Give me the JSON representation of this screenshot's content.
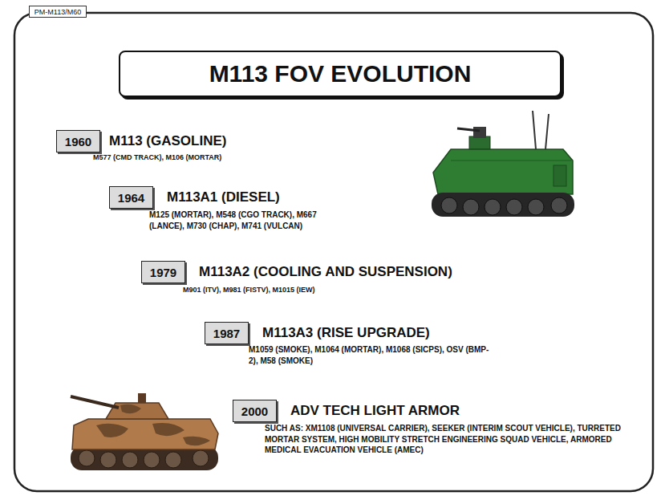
{
  "diagram": {
    "title": "M113 FOV EVOLUTION",
    "nodes": [
      {
        "text": [
          "PM-M113/M60"
        ]
      },
      {
        "text": [
          "1960"
        ]
      },
      {
        "text": [
          "1964"
        ]
      },
      {
        "text": [
          "1979"
        ]
      },
      {
        "text": [
          "1987"
        ]
      },
      {
        "text": [
          "2000"
        ]
      }
    ],
    "labels": [
      "M113 (GASOLINE)",
      "M577 (CMD TRACK), M106 (MORTAR)",
      "M113A1 (DIESEL)",
      "M125 (MORTAR), M548 (CGO TRACK), M667 (LANCE), M730 (CHAP), M741 (VULCAN)",
      "M113A2 (COOLING AND SUSPENSION)",
      "M901 (ITV), M981 (FISTV), M1015 (IEW)",
      "M113A3 (RISE UPGRADE)",
      "M1059 (SMOKE), M1064 (MORTAR), M1068 (SICPS), OSV (BMP-2), M58 (SMOKE)",
      "ADV TECH LIGHT ARMOR",
      "SUCH AS: XM1108 (UNIVERSAL CARRIER), SEEKER (INTERIM SCOUT VEHICLE), TURRETED MORTAR SYSTEM, HIGH MOBILITY STRETCH ENGINEERING SQUAD VEHICLE, ARMORED MEDICAL EVACUATION VEHICLE (AMEC)"
    ]
  }
}
